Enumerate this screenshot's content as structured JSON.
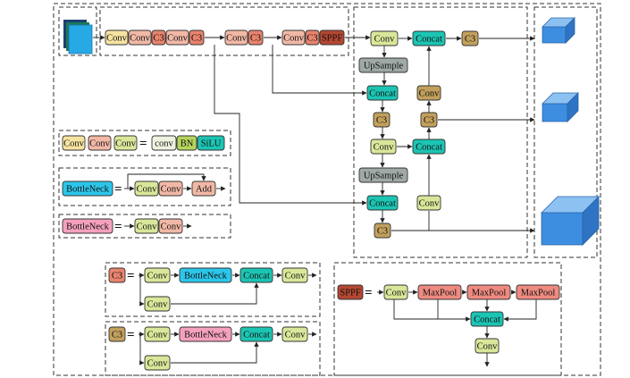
{
  "colors": {
    "conv": "#f7e3a1",
    "conv_pink": "#f2b8a6",
    "c3_red": "#e8836d",
    "c3_olive": "#c2a05c",
    "sppf": "#b34731",
    "concat": "#1cc4b3",
    "upsample": "#9fa9a6",
    "bottleneck": "#2cc6ea",
    "bottleneck_pink": "#f5a1bd",
    "conv_green": "#d9e79a",
    "bn": "#b6d45c",
    "silu": "#1cc4b3",
    "plain_conv": "#eef3df",
    "pool": "#ee8a80",
    "head_block": "#3d8ee0"
  },
  "backbone": {
    "items": [
      "Conv",
      "Conv",
      "C3",
      "Conv",
      "C3",
      "Conv",
      "C3",
      "Conv",
      "C3",
      "SPPF"
    ]
  },
  "neck": {
    "conv": "Conv",
    "upsample": "UpSample",
    "concat": "Concat",
    "c3": "C3"
  },
  "legend": {
    "conv_def": {
      "items": [
        "Conv",
        "Conv",
        "Conv"
      ],
      "equals": "=",
      "parts": [
        "conv",
        "BN",
        "SiLU"
      ]
    },
    "bottleneck1": {
      "name": "BottleNeck",
      "equals": "=",
      "parts": [
        "Conv",
        "Conv",
        "Add"
      ]
    },
    "bottleneck2": {
      "name": "BottleNeck",
      "equals": "=",
      "parts": [
        "Conv",
        "Conv"
      ]
    },
    "c3_def": {
      "name": "C3",
      "equals": "=",
      "parts": [
        "Conv",
        "BottleNeck",
        "Concat",
        "Conv",
        "Conv"
      ]
    },
    "c3_def2": {
      "name": "C3",
      "equals": "=",
      "parts": [
        "Conv",
        "BottleNeck",
        "Concat",
        "Conv",
        "Conv"
      ]
    },
    "sppf_def": {
      "name": "SPPF",
      "equals": "=",
      "parts": [
        "Conv",
        "MaxPool",
        "MaxPool",
        "MaxPool",
        "Concat",
        "Conv"
      ]
    }
  }
}
